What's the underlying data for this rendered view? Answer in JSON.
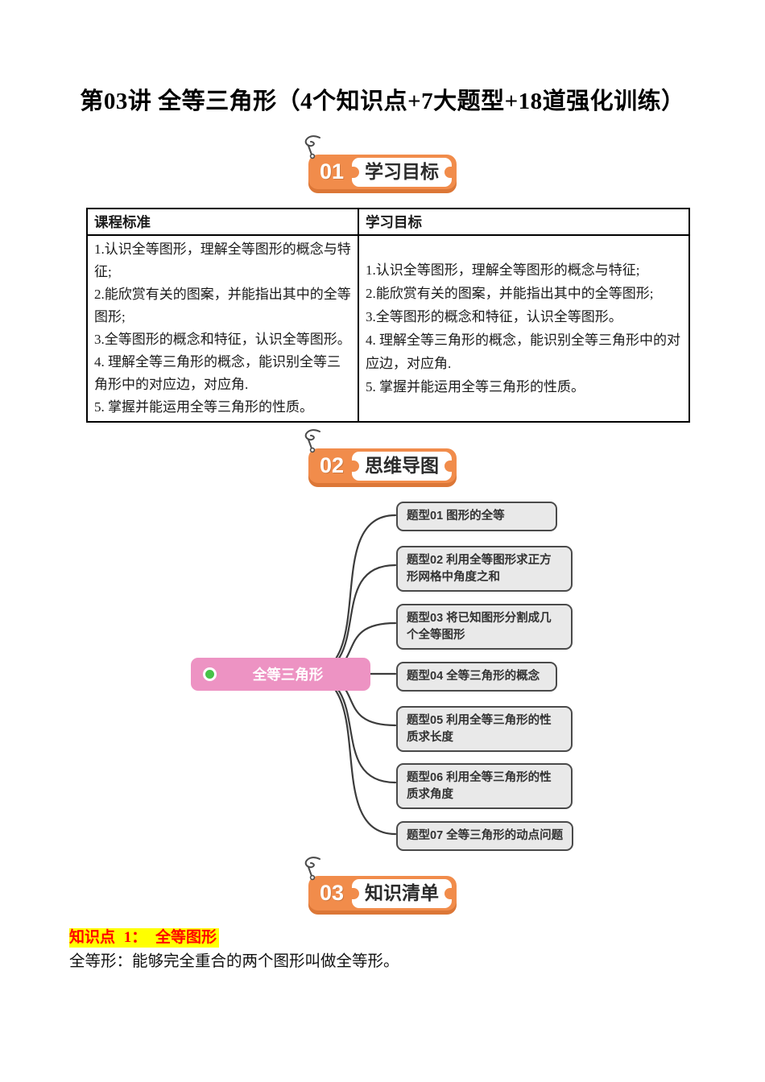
{
  "page": {
    "title": "第03讲 全等三角形（4个知识点+7大题型+18道强化训练）"
  },
  "sections": [
    {
      "number": "01",
      "label": "学习目标"
    },
    {
      "number": "02",
      "label": "思维导图"
    },
    {
      "number": "03",
      "label": "知识清单"
    }
  ],
  "objectives_table": {
    "headers": [
      "课程标准",
      "学习目标"
    ],
    "course_standard": [
      "1.认识全等图形，理解全等图形的概念与特征;",
      "2.能欣赏有关的图案，并能指出其中的全等图形;",
      "3.全等图形的概念和特征，认识全等图形。",
      "4. 理解全等三角形的概念，能识别全等三角形中的对应边，对应角.",
      "5. 掌握并能运用全等三角形的性质。"
    ],
    "learning_goals": [
      "1.认识全等图形，理解全等图形的概念与特征;",
      "2.能欣赏有关的图案，并能指出其中的全等图形;",
      "3.全等图形的概念和特征，认识全等图形。",
      "4. 理解全等三角形的概念，能识别全等三角形中的对应边，对应角.",
      "5. 掌握并能运用全等三角形的性质。"
    ]
  },
  "mindmap": {
    "root": "全等三角形",
    "topics": [
      "题型01 图形的全等",
      "题型02 利用全等图形求正方形网格中角度之和",
      "题型03 将已知图形分割成几个全等图形",
      "题型04 全等三角形的概念",
      "题型05 利用全等三角形的性质求长度",
      "题型06 利用全等三角形的性质求角度",
      "题型07 全等三角形的动点问题"
    ]
  },
  "knowledge": {
    "point_title": "知识点 1：  全等图形",
    "body": "全等形：能够完全重合的两个图形叫做全等形。"
  },
  "colors": {
    "badge_orange": "#F18C4B",
    "root_pink": "#ED93C3",
    "bullet_green": "#47C248",
    "topic_node_fill": "#E9E9E9",
    "topic_node_border": "#4A4A4A",
    "highlight_yellow": "#FFFF00",
    "highlight_red": "#FF0000"
  }
}
